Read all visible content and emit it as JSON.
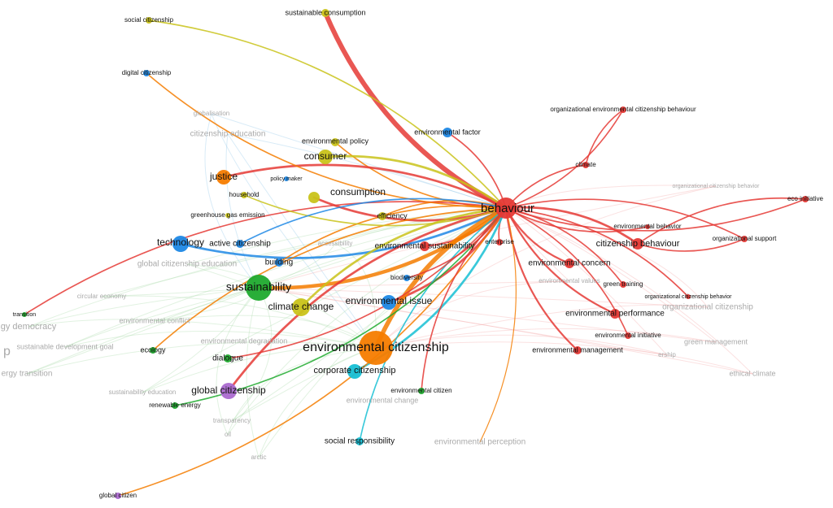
{
  "colors": {
    "red": "#e53935",
    "blue": "#1e88e5",
    "green": "#1faa2e",
    "yellow": "#c9c31a",
    "orange": "#f57c00",
    "purple": "#ab6ad0",
    "cyan": "#16bfd4",
    "lightblue": "#8ec5e8",
    "faint_red": "#f4a9a9",
    "faint_green": "#a9d9a9"
  },
  "network": {
    "nodes": [
      {
        "id": "behaviour",
        "label": "behaviour",
        "color": "red",
        "weight": 10
      },
      {
        "id": "env_citizenship",
        "label": "environmental citizenship",
        "color": "orange",
        "weight": 10
      },
      {
        "id": "sustainability",
        "label": "sustainability",
        "color": "green",
        "weight": 8
      },
      {
        "id": "technology",
        "label": "technology",
        "color": "blue",
        "weight": 5
      },
      {
        "id": "global_citizenship",
        "label": "global citizenship",
        "color": "purple",
        "weight": 5
      },
      {
        "id": "corporate_citizenship",
        "label": "corporate citizenship",
        "color": "cyan",
        "weight": 5
      },
      {
        "id": "climate_change",
        "label": "climate change",
        "color": "yellow",
        "weight": 5
      },
      {
        "id": "consumption",
        "label": "consumption",
        "color": "yellow",
        "weight": 5
      },
      {
        "id": "consumer",
        "label": "consumer",
        "color": "yellow",
        "weight": 5
      },
      {
        "id": "justice",
        "label": "justice",
        "color": "orange",
        "weight": 5
      },
      {
        "id": "environmental_issue",
        "label": "environmental issue",
        "color": "blue",
        "weight": 5
      },
      {
        "id": "citizenship_behaviour",
        "label": "citizenship behaviour",
        "color": "red",
        "weight": 5
      },
      {
        "id": "environmental_concern",
        "label": "environmental concern",
        "color": "red",
        "weight": 4
      },
      {
        "id": "environmental_performance",
        "label": "environmental performance",
        "color": "red",
        "weight": 4
      },
      {
        "id": "environmental_management",
        "label": "environmental management",
        "color": "red",
        "weight": 4
      },
      {
        "id": "environmental_sustainability",
        "label": "environmental sustainability",
        "color": "red",
        "weight": 4
      },
      {
        "id": "environmental_policy",
        "label": "environmental policy",
        "color": "yellow",
        "weight": 3
      },
      {
        "id": "environmental_factor",
        "label": "environmental factor",
        "color": "blue",
        "weight": 3
      },
      {
        "id": "sustainable_consumption",
        "label": "sustainable consumption",
        "color": "yellow",
        "weight": 3
      },
      {
        "id": "social_citizenship",
        "label": "social citizenship",
        "color": "yellow",
        "weight": 3
      },
      {
        "id": "digital_citizenship",
        "label": "digital citizenship",
        "color": "blue",
        "weight": 3
      },
      {
        "id": "org_env_cit_behaviour",
        "label": "organizational environmental citizenship behaviour",
        "color": "red",
        "weight": 3
      },
      {
        "id": "climate",
        "label": "climate",
        "color": "red",
        "weight": 3
      },
      {
        "id": "eco_initiative",
        "label": "eco initiative",
        "color": "red",
        "weight": 3
      },
      {
        "id": "organizational_support",
        "label": "organizational support",
        "color": "red",
        "weight": 3
      },
      {
        "id": "environmental_behavior",
        "label": "environmental behavior",
        "color": "red",
        "weight": 3
      },
      {
        "id": "green_training",
        "label": "green training",
        "color": "red",
        "weight": 3
      },
      {
        "id": "org_cit_behavior",
        "label": "organizational citizenship behavior",
        "color": "red",
        "weight": 3
      },
      {
        "id": "environmental_initiative",
        "label": "environmental initiative",
        "color": "red",
        "weight": 3
      },
      {
        "id": "enterprise",
        "label": "enterprise",
        "color": "red",
        "weight": 3
      },
      {
        "id": "efficiency",
        "label": "efficiency",
        "color": "yellow",
        "weight": 3
      },
      {
        "id": "household",
        "label": "household",
        "color": "yellow",
        "weight": 3
      },
      {
        "id": "policy_maker",
        "label": "policy maker",
        "color": "blue",
        "weight": 3
      },
      {
        "id": "greenhouse_gas_emission",
        "label": "greenhouse gas emission",
        "color": "yellow",
        "weight": 3
      },
      {
        "id": "active_citizenship",
        "label": "active citizenship",
        "color": "blue",
        "weight": 3
      },
      {
        "id": "building",
        "label": "building",
        "color": "blue",
        "weight": 3
      },
      {
        "id": "biodiversity",
        "label": "biodiversity",
        "color": "blue",
        "weight": 3
      },
      {
        "id": "dialogue",
        "label": "dialogue",
        "color": "green",
        "weight": 3
      },
      {
        "id": "ecology",
        "label": "ecology",
        "color": "green",
        "weight": 3
      },
      {
        "id": "renewable_energy",
        "label": "renewable energy",
        "color": "green",
        "weight": 3
      },
      {
        "id": "transition",
        "label": "transition",
        "color": "green",
        "weight": 3
      },
      {
        "id": "environmental_citizen",
        "label": "environmental citizen",
        "color": "green",
        "weight": 3
      },
      {
        "id": "social_responsibility",
        "label": "social responsibility",
        "color": "cyan",
        "weight": 3
      },
      {
        "id": "global_citizen",
        "label": "global citizen",
        "color": "purple",
        "weight": 3
      },
      {
        "id": "globalisation",
        "label": "globalisation",
        "color": "lightblue",
        "weight": 1
      },
      {
        "id": "citizenship_education",
        "label": "citizenship education",
        "color": "lightblue",
        "weight": 1
      },
      {
        "id": "global_citizenship_education",
        "label": "global citizenship education",
        "color": "faint_green",
        "weight": 1
      },
      {
        "id": "circular_economy",
        "label": "circular economy",
        "color": "faint_green",
        "weight": 1
      },
      {
        "id": "environmental_conflict",
        "label": "environmental conflict",
        "color": "faint_green",
        "weight": 1
      },
      {
        "id": "energy_democracy",
        "label": "gy democracy",
        "color": "faint_green",
        "weight": 1
      },
      {
        "id": "sustainable_development_goal",
        "label": "sustainable development goal",
        "color": "faint_green",
        "weight": 1
      },
      {
        "id": "energy_transition",
        "label": "ergy transition",
        "color": "faint_green",
        "weight": 1
      },
      {
        "id": "sustainability_education",
        "label": "sustainability education",
        "color": "faint_green",
        "weight": 1
      },
      {
        "id": "transparency",
        "label": "transparency",
        "color": "faint_green",
        "weight": 1
      },
      {
        "id": "oil",
        "label": "oil",
        "color": "faint_green",
        "weight": 1
      },
      {
        "id": "arctic",
        "label": "arctic",
        "color": "faint_green",
        "weight": 1
      },
      {
        "id": "environmental_perception",
        "label": "environmental perception",
        "color": "purple",
        "weight": 1
      },
      {
        "id": "environmental_change",
        "label": "environmental change",
        "color": "cyan",
        "weight": 1
      },
      {
        "id": "accessibility",
        "label": "accessibility",
        "color": "lightblue",
        "weight": 1
      },
      {
        "id": "environmental_degradation",
        "label": "environmental degradation",
        "color": "faint_green",
        "weight": 1
      },
      {
        "id": "green_management",
        "label": "green management",
        "color": "faint_red",
        "weight": 1
      },
      {
        "id": "ethical_climate",
        "label": "ethical climate",
        "color": "faint_red",
        "weight": 1
      },
      {
        "id": "organizational_citizenship",
        "label": "organizational citizenship",
        "color": "faint_red",
        "weight": 1
      },
      {
        "id": "org_cit_behavior_faint",
        "label": "organizational citizenship behavior",
        "color": "faint_red",
        "weight": 1
      },
      {
        "id": "environmental_values",
        "label": "environmental values",
        "color": "faint_red",
        "weight": 1
      },
      {
        "id": "leadership",
        "label": "ership",
        "color": "faint_red",
        "weight": 1
      },
      {
        "id": "p_edge",
        "label": "p",
        "color": "faint_green",
        "weight": 1
      }
    ],
    "links": [
      [
        "behaviour",
        "sustainable_consumption"
      ],
      [
        "behaviour",
        "org_env_cit_behaviour"
      ],
      [
        "behaviour",
        "climate"
      ],
      [
        "behaviour",
        "eco_initiative"
      ],
      [
        "behaviour",
        "organizational_support"
      ],
      [
        "behaviour",
        "environmental_behavior"
      ],
      [
        "behaviour",
        "citizenship_behaviour"
      ],
      [
        "behaviour",
        "environmental_concern"
      ],
      [
        "behaviour",
        "green_training"
      ],
      [
        "behaviour",
        "environmental_performance"
      ],
      [
        "behaviour",
        "environmental_initiative"
      ],
      [
        "behaviour",
        "environmental_management"
      ],
      [
        "behaviour",
        "org_cit_behavior"
      ],
      [
        "behaviour",
        "enterprise"
      ],
      [
        "behaviour",
        "environmental_sustainability"
      ],
      [
        "behaviour",
        "environmental_factor"
      ],
      [
        "behaviour",
        "environmental_policy"
      ],
      [
        "behaviour",
        "consumer"
      ],
      [
        "behaviour",
        "consumption"
      ],
      [
        "behaviour",
        "efficiency"
      ],
      [
        "behaviour",
        "technology"
      ],
      [
        "behaviour",
        "justice"
      ],
      [
        "behaviour",
        "sustainability"
      ],
      [
        "behaviour",
        "climate_change"
      ],
      [
        "behaviour",
        "environmental_issue"
      ],
      [
        "behaviour",
        "env_citizenship"
      ],
      [
        "behaviour",
        "corporate_citizenship"
      ],
      [
        "behaviour",
        "global_citizenship"
      ],
      [
        "behaviour",
        "global_citizen"
      ],
      [
        "behaviour",
        "social_responsibility"
      ],
      [
        "behaviour",
        "dialogue"
      ],
      [
        "behaviour",
        "ecology"
      ],
      [
        "behaviour",
        "renewable_energy"
      ],
      [
        "behaviour",
        "transition"
      ],
      [
        "behaviour",
        "digital_citizenship"
      ],
      [
        "behaviour",
        "social_citizenship"
      ],
      [
        "behaviour",
        "biodiversity"
      ],
      [
        "behaviour",
        "building"
      ],
      [
        "behaviour",
        "household"
      ],
      [
        "behaviour",
        "environmental_citizen"
      ],
      [
        "behaviour",
        "environmental_perception"
      ],
      [
        "behaviour",
        "active_citizenship"
      ],
      [
        "citizenship_behaviour",
        "eco_initiative"
      ],
      [
        "citizenship_behaviour",
        "organizational_support"
      ],
      [
        "climate",
        "org_env_cit_behaviour"
      ]
    ]
  }
}
